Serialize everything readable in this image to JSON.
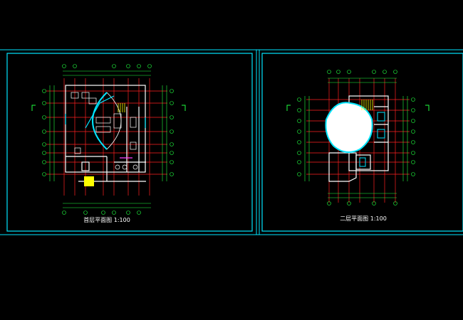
{
  "drawing": {
    "colors": {
      "background": "#000000",
      "sheet_border": "#00e5ff",
      "axis_line": "#ff2020",
      "dimension": "#20ff40",
      "wall": "#ffffff",
      "accent_cyan": "#00e5ff",
      "accent_yellow": "#ffff00",
      "accent_magenta": "#ff40ff",
      "caption": "#ffffff"
    },
    "sheets": [
      {
        "id": "ground-floor",
        "caption": "首层平面图 1:100"
      },
      {
        "id": "second-floor",
        "caption": "二层平面图 1:100"
      }
    ]
  }
}
